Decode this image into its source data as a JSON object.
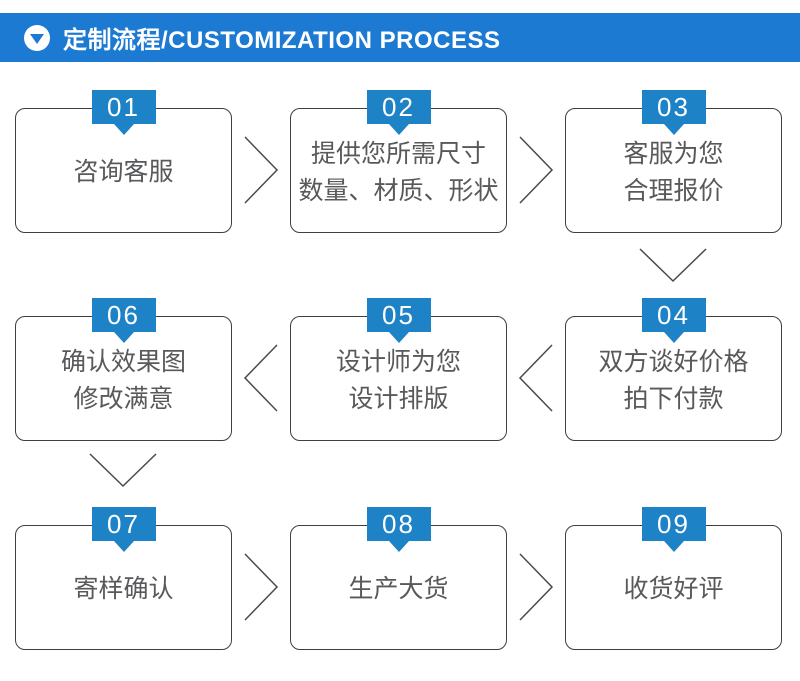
{
  "header": {
    "title": "定制流程/CUSTOMIZATION PROCESS",
    "icon": "down-triangle-in-circle"
  },
  "colors": {
    "header_bg": "#1d7ad2",
    "badge_bg": "#1e82c6",
    "box_border": "#3f3f3f",
    "text": "#58595b",
    "arrow": "#4a4a4a"
  },
  "flow": {
    "steps": [
      {
        "number": "01",
        "text": "咨询客服"
      },
      {
        "number": "02",
        "text": "提供您所需尺寸\n数量、材质、形状"
      },
      {
        "number": "03",
        "text": "客服为您\n合理报价"
      },
      {
        "number": "04",
        "text": "双方谈好价格\n拍下付款"
      },
      {
        "number": "05",
        "text": "设计师为您\n设计排版"
      },
      {
        "number": "06",
        "text": "确认效果图\n修改满意"
      },
      {
        "number": "07",
        "text": "寄样确认"
      },
      {
        "number": "08",
        "text": "生产大货"
      },
      {
        "number": "09",
        "text": "收货好评"
      }
    ],
    "sequence": "01→02→03→↓→04→05→06→↓→07→08→09"
  }
}
